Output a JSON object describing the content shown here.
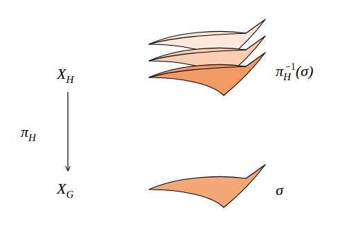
{
  "diagram": {
    "labels": [
      "XH",
      "πH",
      "XG",
      "πH−1(σ)",
      "σ"
    ]
  }
}
